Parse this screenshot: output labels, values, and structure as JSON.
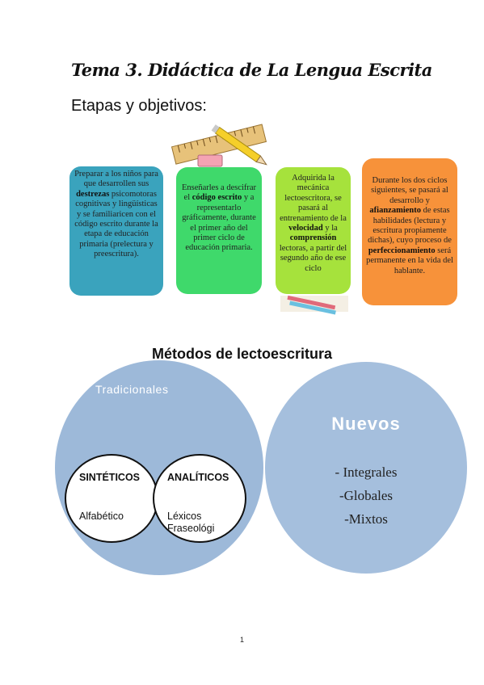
{
  "header": {
    "title": "Tema 3. Didáctica de La Lengua Escrita",
    "subtitle": "Etapas y objetivos:"
  },
  "stages": [
    {
      "color": "#3aa3bd",
      "parts": [
        {
          "text": "Preparar a los niños para que desarrollen sus ",
          "bold": false
        },
        {
          "text": "destrezas",
          "bold": true
        },
        {
          "text": " psicomotoras cognitivas y lingüísticas y se familiaricen con el código escrito durante la etapa de educación primaria (prelectura y preescritura).",
          "bold": false
        }
      ]
    },
    {
      "color": "#3fd96b",
      "parts": [
        {
          "text": "Enseñarles a descifrar el ",
          "bold": false
        },
        {
          "text": "código escrito",
          "bold": true
        },
        {
          "text": " y a representarlo gráficamente, durante el primer año del primer ciclo de educación primaria.",
          "bold": false
        }
      ]
    },
    {
      "color": "#a6e23c",
      "parts": [
        {
          "text": "Adquirida la mecánica lectoescritora, se pasará al entrenamiento de la ",
          "bold": false
        },
        {
          "text": "velocidad",
          "bold": true
        },
        {
          "text": " y la ",
          "bold": false
        },
        {
          "text": "comprensión",
          "bold": true
        },
        {
          "text": " lectoras, a partir del segundo año de ese ciclo",
          "bold": false
        }
      ]
    },
    {
      "color": "#f7923a",
      "parts": [
        {
          "text": "Durante los dos ciclos siguientes, se pasará al desarrollo y ",
          "bold": false
        },
        {
          "text": "afianzamiento",
          "bold": true
        },
        {
          "text": " de estas habilidades (lectura y escritura propiamente dichas), cuyo proceso de ",
          "bold": false
        },
        {
          "text": "perfeccionamiento",
          "bold": true
        },
        {
          "text": " será permanente en la vida del hablante.",
          "bold": false
        }
      ]
    }
  ],
  "methods": {
    "title": "Métodos de lectoescritura",
    "traditional": {
      "label": "Tradicionales",
      "synthetic": {
        "title": "SINTÉTICOS",
        "items": [
          "Alfabético"
        ]
      },
      "analytic": {
        "title": "ANALÍTICOS",
        "items": [
          "Léxicos",
          "Fraseológi"
        ]
      }
    },
    "new": {
      "label": "Nuevos",
      "items": [
        "- Integrales",
        "-Globales",
        "-Mixtos"
      ]
    }
  },
  "footer": {
    "page_number": "1"
  }
}
